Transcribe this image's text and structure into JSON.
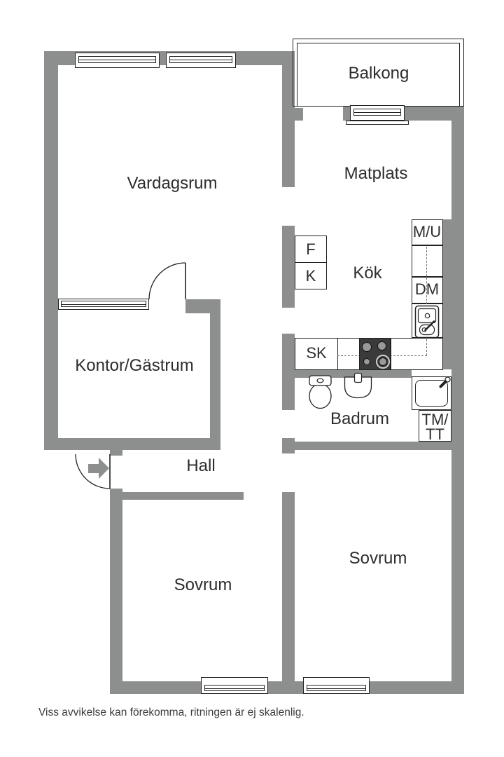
{
  "colors": {
    "wall": "#8c8f8e",
    "line": "#222222",
    "text": "#2d2d2d",
    "stove": "#3a3a3a",
    "burner": "#999999"
  },
  "rooms": {
    "balkong": {
      "label": "Balkong"
    },
    "vardagsrum": {
      "label": "Vardagsrum"
    },
    "matplats": {
      "label": "Matplats"
    },
    "kok": {
      "label": "Kök"
    },
    "kontor": {
      "label": "Kontor/Gästrum"
    },
    "hall": {
      "label": "Hall"
    },
    "badrum": {
      "label": "Badrum"
    },
    "sovrum_left": {
      "label": "Sovrum"
    },
    "sovrum_right": {
      "label": "Sovrum"
    }
  },
  "fixtures": {
    "f": {
      "label": "F"
    },
    "k": {
      "label": "K"
    },
    "sk": {
      "label": "SK"
    },
    "mu": {
      "label": "M/U"
    },
    "dm": {
      "label": "DM"
    },
    "tmtt": {
      "line1": "TM/",
      "line2": "TT"
    }
  },
  "footer": {
    "disclaimer": "Viss avvikelse kan förekomma, ritningen är ej skalenlig."
  }
}
